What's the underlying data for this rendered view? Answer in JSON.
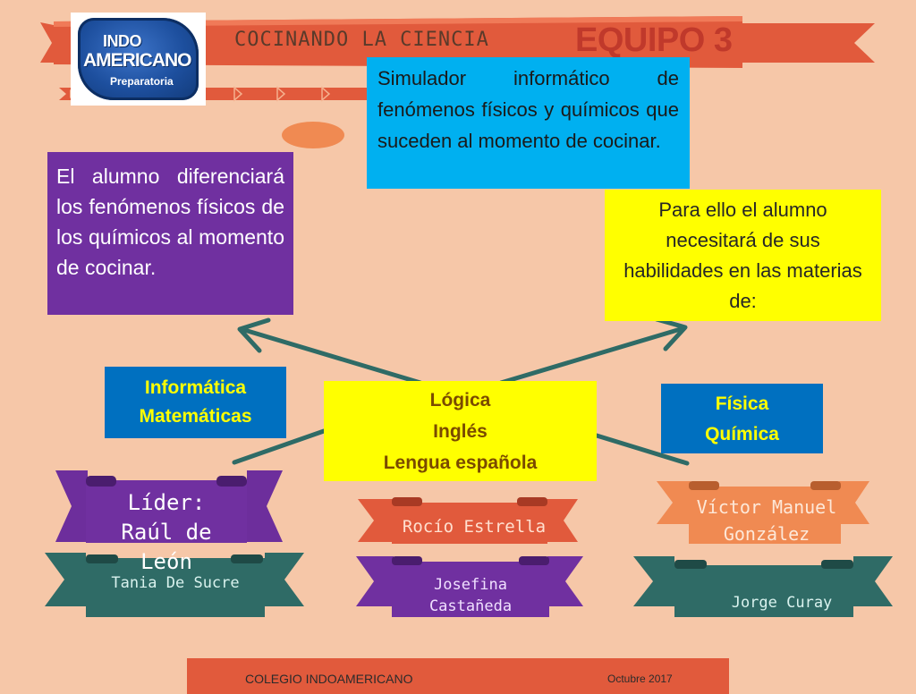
{
  "header": {
    "title": "COCINANDO LA CIENCIA",
    "team": "EQUIPO 3"
  },
  "logo": {
    "line1": "INDO",
    "line2": "AMERICANO",
    "line3": "Preparatoria"
  },
  "boxes": {
    "simulator": "Simulador informático de fenómenos físicos y químicos que suceden al momento de cocinar.",
    "objective": "El alumno diferenciará los fenómenos físicos de los químicos al momento de cocinar.",
    "skills": "Para ello el alumno necesitará de sus habilidades  en las materias de:"
  },
  "subjects": {
    "left": [
      "Informática",
      "Matemáticas"
    ],
    "center": [
      "Lógica",
      "Inglés",
      "Lengua española"
    ],
    "right": [
      "Física",
      "Química"
    ]
  },
  "team_members": {
    "leader": [
      "Líder:",
      "Raúl de",
      "León"
    ],
    "tania": "Tania De Sucre",
    "rocio": "Rocío Estrella",
    "josefina": [
      "Josefina",
      "Castañeda"
    ],
    "victor": [
      "Víctor Manuel",
      "González"
    ],
    "jorge": "Jorge Curay"
  },
  "footer": {
    "college": "COLEGIO INDOAMERICANO",
    "date": "Octubre 2017"
  },
  "colors": {
    "background": "#f6c7a8",
    "banner_red": "#e15a3c",
    "purple": "#7030a0",
    "cyan": "#00b0f0",
    "yellow": "#ffff00",
    "blue": "#0070c0",
    "teal": "#2f6b66",
    "orange": "#f08a52"
  }
}
